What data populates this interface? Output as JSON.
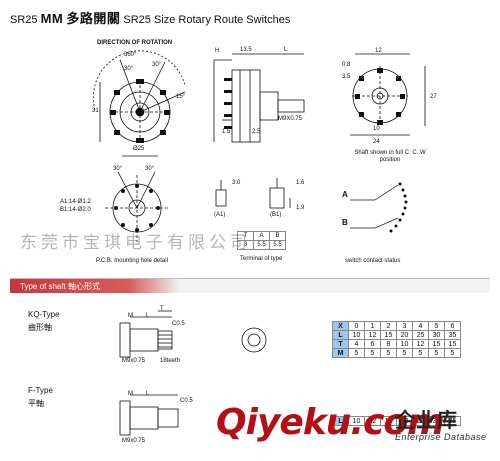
{
  "header": {
    "prefix": "SR25",
    "brand": "MM",
    "title_cn": "多路開關",
    "title_en": "SR25 Size Rotary Route Switches"
  },
  "top_drawing": {
    "direction_label": "DIRECTION OF ROTATION",
    "angle_360": "360°",
    "angle_30a": "30°",
    "angle_30b": "30°",
    "angle_15": "15°",
    "dim_31": "31",
    "dim_25": "Ø25",
    "dim_H": "H",
    "dim_13_5": "13.5",
    "dim_L": "L",
    "dim_M9": "M9X0.75",
    "dim_1_5": "1.5",
    "dim_2_5": "2.5",
    "dim_0_8": "0.8",
    "dim_12": "12",
    "dim_3_5": "3.5",
    "dim_27": "27",
    "dim_10": "10",
    "dim_24": "24",
    "shaft_note": "Shaft shown in full C. C. W position"
  },
  "middle_drawing": {
    "angle_30a": "30°",
    "angle_30b": "30°",
    "a1_label": "A1:14-Ø1.2",
    "b1_label": "B1:14-Ø2.0",
    "pcb_label": "P.C.B. mounting hole detail",
    "dim_3_0": "3.0",
    "dim_1_6": "1.6",
    "dim_1_9": "1.9",
    "a1_caption": "(A1)",
    "b1_caption": "(B1)",
    "terminal_caption": "Terminal of type",
    "terminal_table": [
      "T",
      "A",
      "B",
      "3",
      "5.5",
      "5.5"
    ],
    "label_A": "A",
    "label_B": "B",
    "contact_caption": "switch contact status"
  },
  "watermark": "东莞市宝琪电子有限公司",
  "shaft_section": {
    "banner": "Type of shaft  軸心形式",
    "kq_type_en": "KQ-Type",
    "kq_type_cn": "齒形軸",
    "f_type_en": "F-Type",
    "f_type_cn": "平軸",
    "kq_dims": {
      "L": "L",
      "M": "M",
      "T": "T",
      "C05": "C0.5",
      "M9": "M9x0.75",
      "teeth": "18teeth"
    },
    "f_dims": {
      "L": "L",
      "M": "M",
      "C05": "C0.5",
      "M9": "M9x0.75"
    },
    "kq_table": [
      [
        "X",
        "0",
        "1",
        "2",
        "3",
        "4",
        "5",
        "6"
      ],
      [
        "L",
        "10",
        "12",
        "15",
        "20",
        "25",
        "30",
        "35"
      ],
      [
        "T",
        "4",
        "6",
        "8",
        "10",
        "12",
        "15",
        "15"
      ],
      [
        "M",
        "5",
        "5",
        "5",
        "5",
        "5",
        "5",
        "5"
      ]
    ],
    "f_table": [
      [
        "L",
        "10",
        "12",
        "15",
        "20",
        "25",
        "30",
        "35"
      ]
    ]
  },
  "logo": {
    "text": "Qiyeku.com",
    "cn": "企业库",
    "en": "Enterprise Database"
  }
}
